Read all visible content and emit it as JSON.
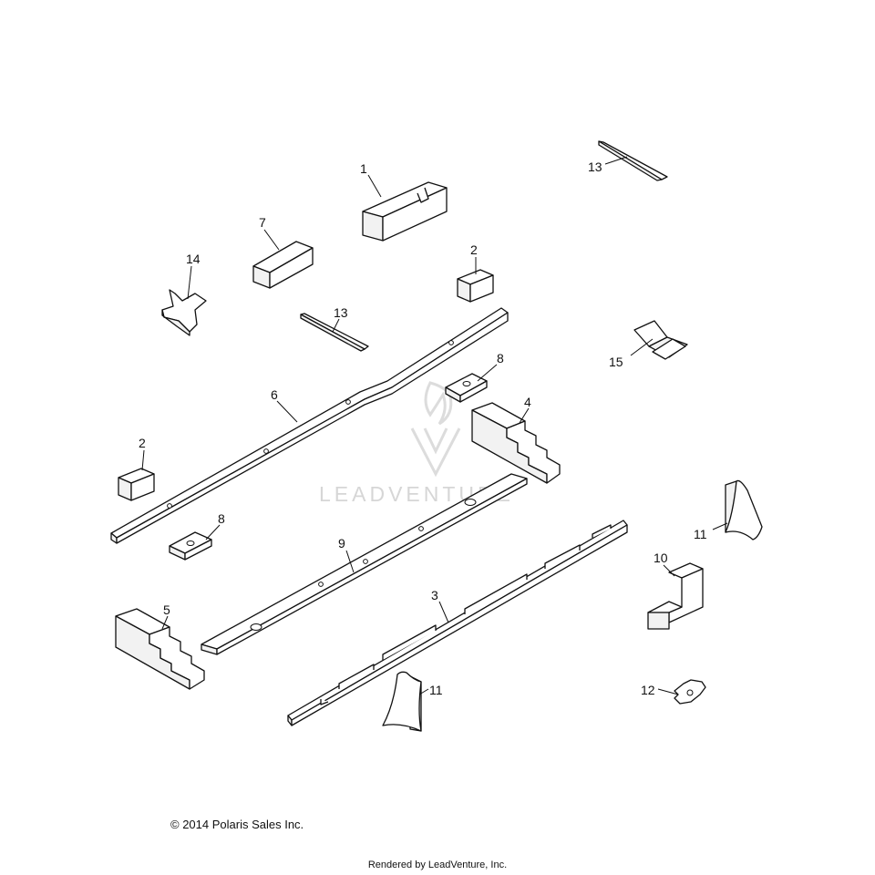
{
  "diagram": {
    "callouts": [
      "1",
      "2",
      "2",
      "3",
      "4",
      "5",
      "6",
      "7",
      "8",
      "8",
      "9",
      "10",
      "11",
      "11",
      "12",
      "13",
      "13",
      "14",
      "15"
    ],
    "watermark": "LEADVENTURE"
  },
  "footer": {
    "copyright": "© 2014 Polaris Sales Inc.",
    "rendered_by": "Rendered by LeadVenture, Inc."
  }
}
